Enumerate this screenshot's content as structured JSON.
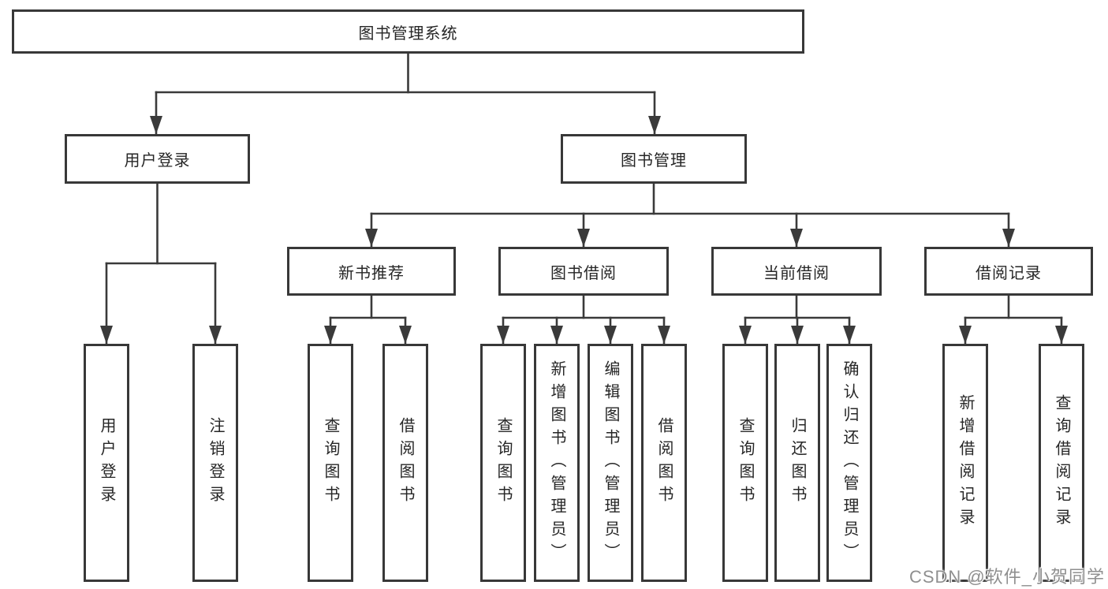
{
  "diagram": {
    "title": "图书管理系统",
    "branches": [
      {
        "label": "用户登录",
        "children": [
          "用户登录",
          "注销登录"
        ]
      },
      {
        "label": "图书管理",
        "modules": [
          {
            "label": "新书推荐",
            "children": [
              "查询图书",
              "借阅图书"
            ]
          },
          {
            "label": "图书借阅",
            "children": [
              "查询图书",
              "新增图书（管理员）",
              "编辑图书（管理员）",
              "借阅图书"
            ]
          },
          {
            "label": "当前借阅",
            "children": [
              "查询图书",
              "归还图书",
              "确认归还（管理员）"
            ]
          },
          {
            "label": "借阅记录",
            "children": [
              "新增借阅记录",
              "查询借阅记录"
            ]
          }
        ]
      }
    ]
  },
  "watermark": {
    "text": "CSDN @软件_小贺同学"
  },
  "colors": {
    "line": "#3a3a3a",
    "box_border": "#383838",
    "text": "#262626",
    "watermark": "#8f8f8f",
    "background": "#ffffff"
  }
}
